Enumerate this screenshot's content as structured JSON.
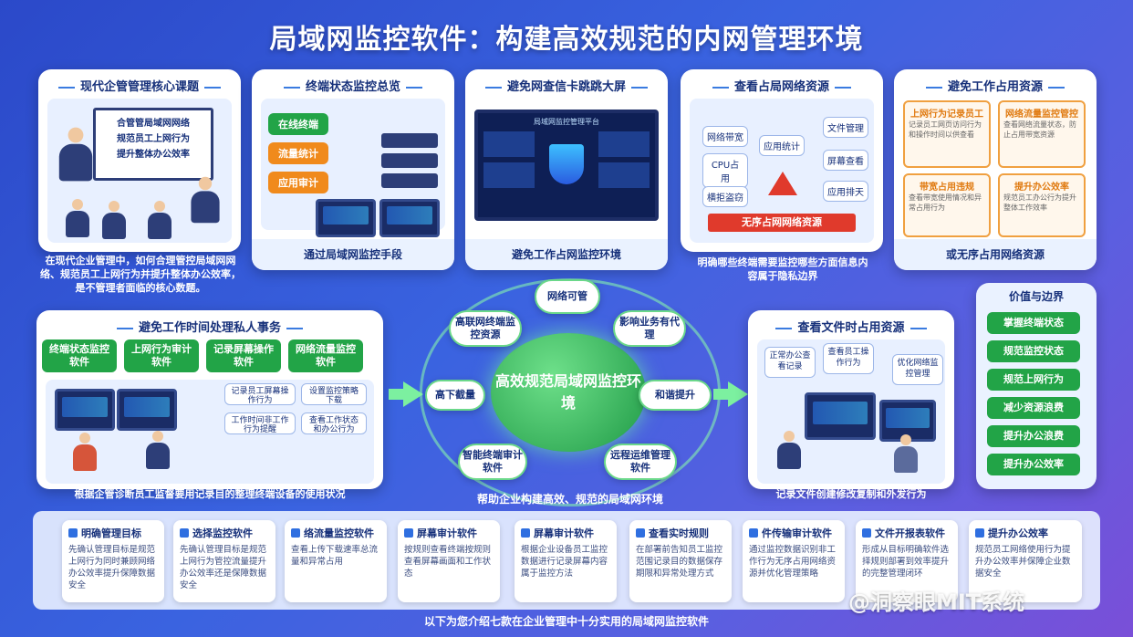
{
  "title": "局域网监控软件：构建高效规范的内网管理环境",
  "top_cards": [
    {
      "header": "现代企管管理核心课题",
      "board": [
        "合管管局域网网络",
        "规范员工上网行为",
        "提升整体办公效率"
      ],
      "caption": "在现代企业管理中，如何合理管控局域网网络、规范员工上网行为并提升整体办公效率，是不管理者面临的核心数题。"
    },
    {
      "header": "终端状态监控总览",
      "tags": [
        "在线终端",
        "流量统计",
        "应用审计"
      ],
      "caption": "通过局域网监控手段"
    },
    {
      "header": "避免网查信卡跳跳大屏",
      "screen_title": "局域网监控管理平台",
      "caption": "避免工作占网监控环境"
    },
    {
      "header": "查看占局网络资源",
      "tags": [
        "网络带宽",
        "CPU占用",
        "应用统计",
        "横拒盗窃",
        "文件管理",
        "屏幕查看",
        "应用排天"
      ],
      "banner": "无序占网网络资源",
      "caption": "明确哪些终端需要监控哪些方面信息内容属于隐私边界"
    },
    {
      "header": "避免工作占用资源",
      "boxes": [
        {
          "t": "上网行为记录员工",
          "d": "记录员工网页访问行为和操作时间以供查看"
        },
        {
          "t": "网络流量监控管控",
          "d": "查看网络流量状态，防止占用带宽资源"
        },
        {
          "t": "带宽占用违规",
          "d": "查看带宽使用情况和异常占用行为"
        },
        {
          "t": "提升办公效率",
          "d": "规范员工办公行为提升整体工作效率"
        }
      ],
      "caption": "或无序占用网络资源"
    }
  ],
  "left_mid": {
    "header": "避免工作时间处理私人事务",
    "tags": [
      "终端状态监控软件",
      "上网行为审计软件",
      "记录屏幕操作软件",
      "网络流量监控软件"
    ],
    "notes": [
      "记录员工屏幕操作行为",
      "设置监控策略下载",
      "工作时间非工作行为提醒",
      "查看工作状态和办公行为"
    ],
    "caption": "根据企管诊断员工监督要用记录目的整理终端设备的使用状况"
  },
  "center": {
    "core": "高效规范局域网监控环境",
    "nodes": [
      "网络可管",
      "影响业务有代理",
      "和谐提升",
      "远程运维管理软件",
      "智能终端审计软件",
      "高下截量",
      "高联网终端监控资源"
    ],
    "caption": "帮助企业构建高效、规范的局域网环境"
  },
  "right_mid": {
    "header": "查看文件时占用资源",
    "bubbles": [
      "正常办公查看记录",
      "查看员工操作行为",
      "优化网络监控管理"
    ],
    "caption": "记录文件创建修改复制和外发行为"
  },
  "values": {
    "header": "价值与边界",
    "items": [
      "掌握终端状态",
      "规范监控状态",
      "规范上网行为",
      "减少资源浪费",
      "提升办公浪费",
      "提升办公效率"
    ]
  },
  "bottom_cards": [
    {
      "t": "明确管理目标",
      "d": "先确认管理目标是规范上网行为同时兼顾网络办公效率提升保障数据安全"
    },
    {
      "t": "选择监控软件",
      "d": "先确认管理目标是规范上网行为管控流量提升办公效率还是保障数据安全"
    },
    {
      "t": "络流量监控软件",
      "d": "查看上传下载速率总流量和异常占用"
    },
    {
      "t": "屏幕审计软件",
      "d": "按规则查看终端按规则查看屏幕画面和工作状态"
    },
    {
      "t": "屏幕审计软件",
      "d": "根据企业设备员工监控数据进行记录屏幕内容属于监控方法"
    },
    {
      "t": "查看实时规则",
      "d": "在部署前告知员工监控范围记录目的数据保存期限和异常处理方式"
    },
    {
      "t": "件传输审计软件",
      "d": "通过监控数据识别非工作行为无序占用网络资源并优化管理策略"
    },
    {
      "t": "文件开报表软件",
      "d": "形成从目标明确软件选择规则部署到效率提升的完整管理闭环"
    },
    {
      "t": "提升办公效率",
      "d": "规范员工网络使用行为提升办公效率并保障企业数据安全"
    }
  ],
  "footer": "以下为您介绍七款在企业管理中十分实用的局域网监控软件",
  "watermark": "@洞察眼MIT系统"
}
